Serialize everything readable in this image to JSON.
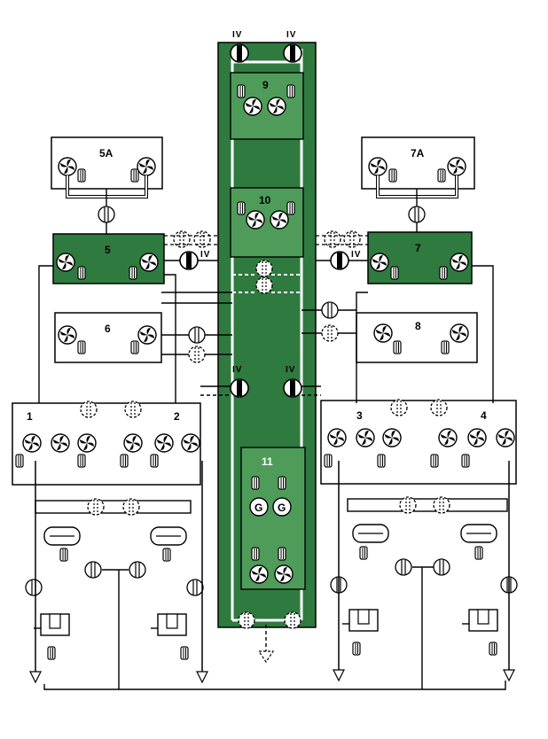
{
  "colors": {
    "green_dark": "#2f7a3f",
    "green_light": "#55a85e",
    "pipe": "#000000",
    "paper": "#ffffff"
  },
  "compartments": {
    "c5a": {
      "label": "5A"
    },
    "c7a": {
      "label": "7A"
    },
    "c5": {
      "label": "5"
    },
    "c7": {
      "label": "7"
    },
    "c6": {
      "label": "6"
    },
    "c8": {
      "label": "8"
    },
    "c1": {
      "label": "1"
    },
    "c2": {
      "label": "2"
    },
    "c3": {
      "label": "3"
    },
    "c4": {
      "label": "4"
    },
    "c9": {
      "label": "9"
    },
    "c10": {
      "label": "10"
    },
    "c11": {
      "label": "11"
    }
  },
  "valves": {
    "iv_label": "IV",
    "g_label": "G"
  }
}
